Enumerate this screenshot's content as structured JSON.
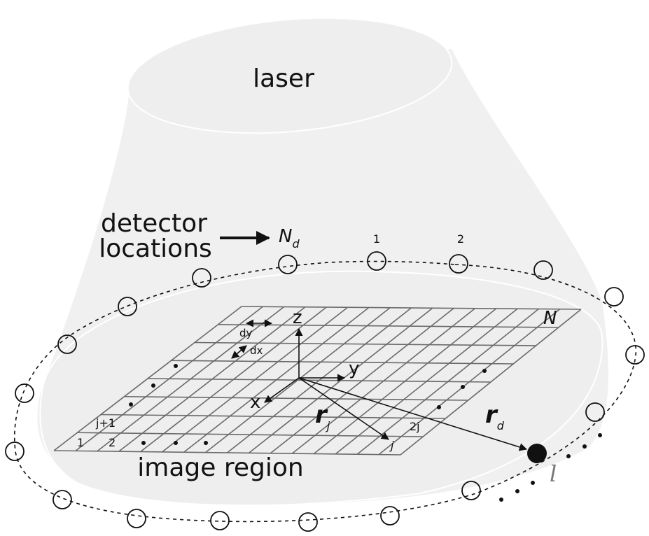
{
  "labels": {
    "laser": "laser",
    "detector_line1": "detector",
    "detector_line2": "locations",
    "n_d": "N",
    "n_d_sub": "d",
    "detector_1": "1",
    "detector_2": "2",
    "grid_N": "N",
    "dy": "dy",
    "dx": "dx",
    "axis_z": "z",
    "axis_y": "y",
    "axis_x": "x",
    "r_j": "r",
    "r_j_sub": "j",
    "r_d": "r",
    "r_d_sub": "d",
    "pixel_j": "j",
    "pixel_2j": "2j",
    "pixel_j1": "j+1",
    "pixel_1": "1",
    "pixel_2": "2",
    "image_region": "image region",
    "detector_l": "l"
  },
  "colors": {
    "beam": "#f0f0f0",
    "grid": "#6a6a6a",
    "ink": "#111111"
  }
}
